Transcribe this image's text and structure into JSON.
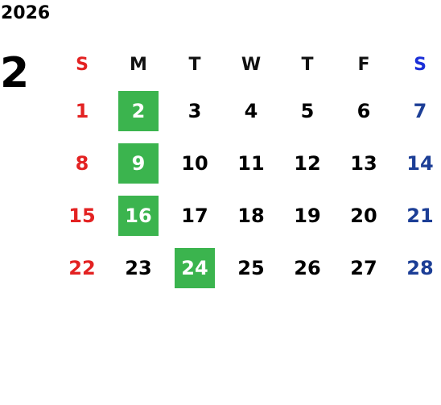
{
  "calendar": {
    "year": "2026",
    "month": "2",
    "weekday_headers": [
      {
        "label": "S",
        "color": "#e32222"
      },
      {
        "label": "M",
        "color": "#111111"
      },
      {
        "label": "T",
        "color": "#111111"
      },
      {
        "label": "W",
        "color": "#111111"
      },
      {
        "label": "T",
        "color": "#111111"
      },
      {
        "label": "F",
        "color": "#111111"
      },
      {
        "label": "S",
        "color": "#1b2fd8"
      }
    ],
    "weekend_colors": {
      "sunday": "#e32222",
      "saturday": "#1c3e96",
      "highlight": "#3bb44e"
    },
    "weeks": [
      [
        "1",
        "2",
        "3",
        "4",
        "5",
        "6",
        "7"
      ],
      [
        "8",
        "9",
        "10",
        "11",
        "12",
        "13",
        "14"
      ],
      [
        "15",
        "16",
        "17",
        "18",
        "19",
        "20",
        "21"
      ],
      [
        "22",
        "23",
        "24",
        "25",
        "26",
        "27",
        "28"
      ]
    ],
    "highlighted_days": [
      "2",
      "9",
      "16",
      "24"
    ]
  }
}
